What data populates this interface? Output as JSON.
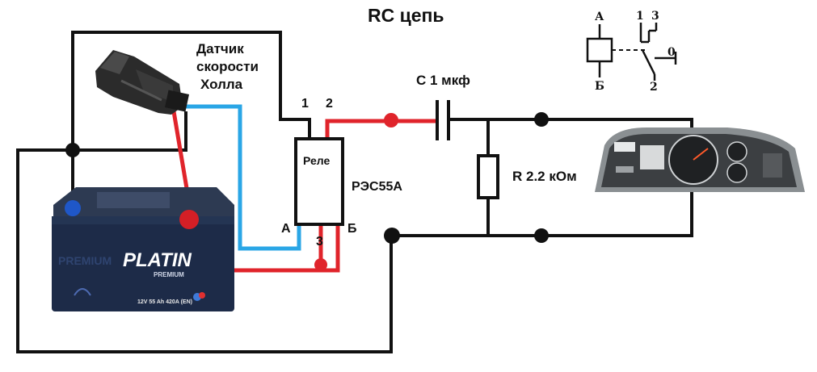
{
  "title": "RC цепь",
  "sensor_label_line1": "Датчик",
  "sensor_label_line2": "скорости",
  "sensor_label_line3": "Холла",
  "capacitor_label": "C 1 мкф",
  "resistor_label": "R 2.2 кОм",
  "relay_label": "Реле",
  "relay_model": "РЭС55А",
  "relay_pins": {
    "p1": "1",
    "p2": "2",
    "p3": "3",
    "pA": "А",
    "pB": "Б"
  },
  "schematic_symbol": {
    "a": "А",
    "b": "Б",
    "c1": "1",
    "c3": "3",
    "c0": "0",
    "c2": "2"
  },
  "battery": {
    "brand": "PLATIN",
    "sub": "PREMIUM",
    "spec": "12V 55 Ah 420A (EN)",
    "side_text": "PREMIUM"
  },
  "colors": {
    "wire_black": "#111111",
    "wire_red": "#e0242b",
    "wire_blue": "#2aa6e6",
    "battery_body": "#1d2b48"
  }
}
